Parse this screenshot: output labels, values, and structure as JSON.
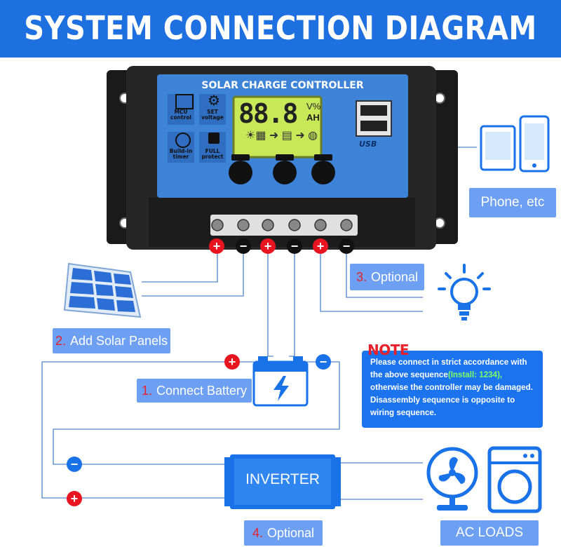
{
  "header": {
    "title": "SYSTEM CONNECTION DIAGRAM"
  },
  "controller": {
    "title": "SOLAR CHARGE CONTROLLER",
    "lcd_digits": "88.8",
    "lcd_unit_top": "V%",
    "lcd_unit_bottom": "AH",
    "usb_label": "USB",
    "features": [
      {
        "label_line1": "MCU",
        "label_line2": "control",
        "icon": "chip-icon"
      },
      {
        "label_line1": "SET",
        "label_line2": "voltage",
        "icon": "gear-icon"
      },
      {
        "label_line1": "Build-in",
        "label_line2": "timer",
        "icon": "clock-icon"
      },
      {
        "label_line1": "FULL",
        "label_line2": "protect",
        "icon": "lock-icon"
      }
    ]
  },
  "labels": {
    "phone": "Phone, etc",
    "optional3_num": "3.",
    "optional3_text": "Optional",
    "solar_num": "2.",
    "solar_text": "Add Solar Panels",
    "battery_num": "1.",
    "battery_text": "Connect Battery",
    "optional4_num": "4.",
    "optional4_text": "Optional",
    "ac_loads": "AC LOADS",
    "inverter": "INVERTER"
  },
  "note": {
    "title": "NOTE",
    "line1": "Please connect in strict accordance with",
    "line2_start": "the above sequence",
    "line2_highlight": "(Install: 1234),",
    "line3": "otherwise the controller may be damaged.",
    "line4": "Disassembly sequence is opposite to",
    "line5": "wiring sequence."
  },
  "terminals": {
    "plus": "+",
    "minus": "−"
  },
  "colors": {
    "banner": "#1e6fe0",
    "label_bg": "#6d9ff2",
    "wire": "#6e9bd4",
    "positive": "#e8141f",
    "negative": "#111111",
    "note_bg": "#1b74ee",
    "note_highlight": "#7cff63"
  }
}
